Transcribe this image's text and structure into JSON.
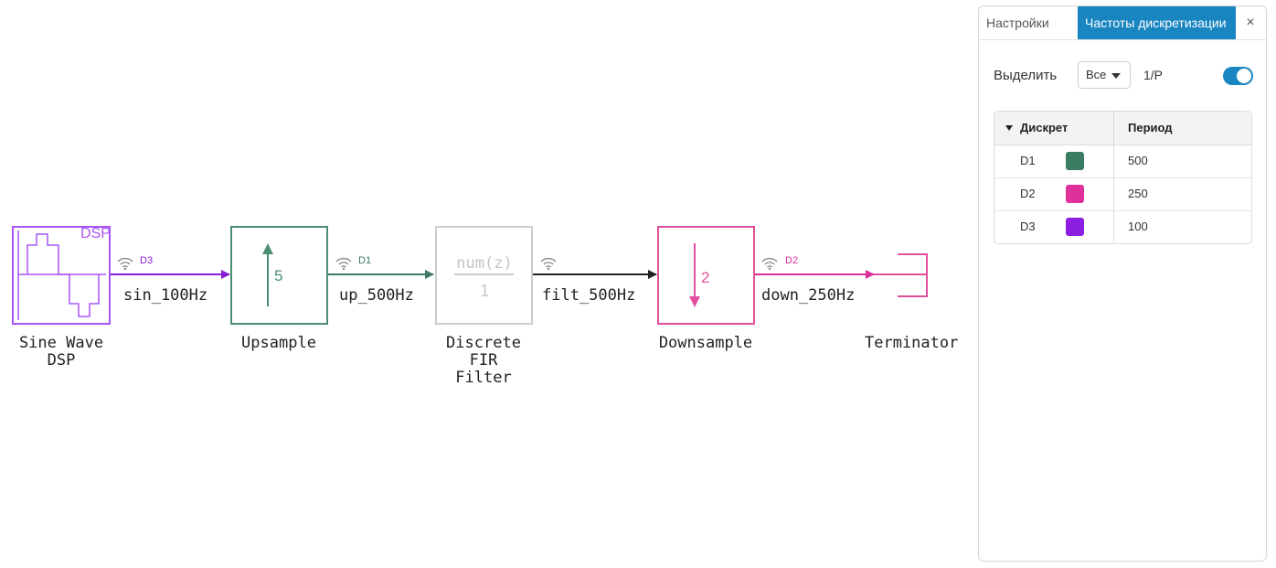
{
  "diagram": {
    "blocks": [
      {
        "id": "sine",
        "label": "Sine Wave\nDSP",
        "badge": "DSP"
      },
      {
        "id": "upsample",
        "label": "Upsample",
        "factor": "5"
      },
      {
        "id": "fir",
        "label": "Discrete\nFIR\nFilter",
        "numerator": "num(z)",
        "denominator": "1"
      },
      {
        "id": "downsample",
        "label": "Downsample",
        "factor": "2"
      },
      {
        "id": "terminator",
        "label": "Terminator"
      }
    ],
    "signals": [
      {
        "name": "sin_100Hz",
        "rate": "D3",
        "color": "#8a1ed6"
      },
      {
        "name": "up_500Hz",
        "rate": "D1",
        "color": "#3c7a63"
      },
      {
        "name": "filt_500Hz",
        "rate": "",
        "color": "#222222"
      },
      {
        "name": "down_250Hz",
        "rate": "D2",
        "color": "#d8319a"
      }
    ]
  },
  "panel": {
    "tabs": [
      {
        "label": "Настройки",
        "active": false
      },
      {
        "label": "Частоты дискретизации",
        "active": true
      }
    ],
    "close_label": "×",
    "highlight_label": "Выделить",
    "highlight_value": "Все",
    "period_label": "1/P",
    "toggle_on": true,
    "table": {
      "headers": [
        "Дискрет",
        "Период"
      ],
      "rows": [
        {
          "name": "D1",
          "color": "#3a7d63",
          "period": "500"
        },
        {
          "name": "D2",
          "color": "#e0309a",
          "period": "250"
        },
        {
          "name": "D3",
          "color": "#8d1fe0",
          "period": "100"
        }
      ]
    }
  },
  "colors": {
    "sine": "#a855f7",
    "upsample": "#4c8e73",
    "fir_disabled": "#cccccc",
    "downsample": "#e0509f",
    "accent": "#1a86c1"
  }
}
